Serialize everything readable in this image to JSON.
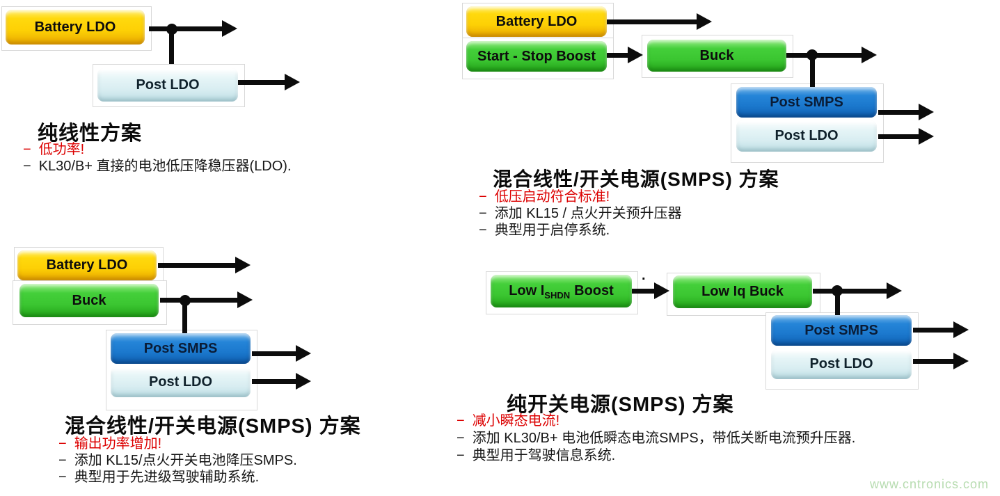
{
  "ui": {
    "bullet_marker": "−",
    "watermark": {
      "text": "www.cntronics.com",
      "color": "#b7dcb0"
    }
  },
  "colors": {
    "battery_ldo_yellow": "#fdd106",
    "boost_buck_green": "#3ec934",
    "post_smps_blue": "#1b78cd",
    "post_ldo_lightblue": "#d8edf1",
    "emphasis_red": "#dc0000",
    "text_black": "#0d0d0d",
    "arrow_black": "#0c0c0c"
  },
  "sections": {
    "pure_linear": {
      "title": "纯线性方案",
      "bullets": [
        {
          "text": "低功率!",
          "emphasis": true
        },
        {
          "text": "KL30/B+ 直接的电池低压降稳压器(LDO).",
          "emphasis": false
        }
      ],
      "blocks": {
        "battery_ldo": "Battery LDO",
        "post_ldo": "Post LDO"
      }
    },
    "hybrid_start_stop": {
      "title": "混合线性/开关电源(SMPS) 方案",
      "bullets": [
        {
          "text": "低压启动符合标准!",
          "emphasis": true
        },
        {
          "text": "添加 KL15 / 点火开关预升压器",
          "emphasis": false
        },
        {
          "text": "典型用于启停系统.",
          "emphasis": false
        }
      ],
      "blocks": {
        "battery_ldo": "Battery LDO",
        "start_stop_boost": "Start - Stop Boost",
        "buck": "Buck",
        "post_smps": "Post SMPS",
        "post_ldo": "Post LDO"
      }
    },
    "hybrid_output_power": {
      "title": "混合线性/开关电源(SMPS) 方案",
      "bullets": [
        {
          "text": "输出功率增加!",
          "emphasis": true
        },
        {
          "text": "添加 KL15/点火开关电池降压SMPS.",
          "emphasis": false
        },
        {
          "text": "典型用于先进级驾驶辅助系统.",
          "emphasis": false
        }
      ],
      "blocks": {
        "battery_ldo": "Battery LDO",
        "buck": "Buck",
        "post_smps": "Post SMPS",
        "post_ldo": "Post LDO"
      }
    },
    "pure_smps": {
      "title": "纯开关电源(SMPS) 方案",
      "bullets": [
        {
          "text": "减小瞬态电流!",
          "emphasis": true
        },
        {
          "text": "添加 KL30/B+ 电池低瞬态电流SMPS，带低关断电流预升压器.",
          "emphasis": false
        },
        {
          "text": "典型用于驾驶信息系统.",
          "emphasis": false
        }
      ],
      "blocks": {
        "low_ishdn_boost": {
          "pre": "Low I",
          "sub": "SHDN",
          "post": "Boost"
        },
        "low_iq_buck": "Low Iq Buck",
        "post_smps": "Post SMPS",
        "post_ldo": "Post LDO"
      },
      "stray_dot": "."
    }
  }
}
